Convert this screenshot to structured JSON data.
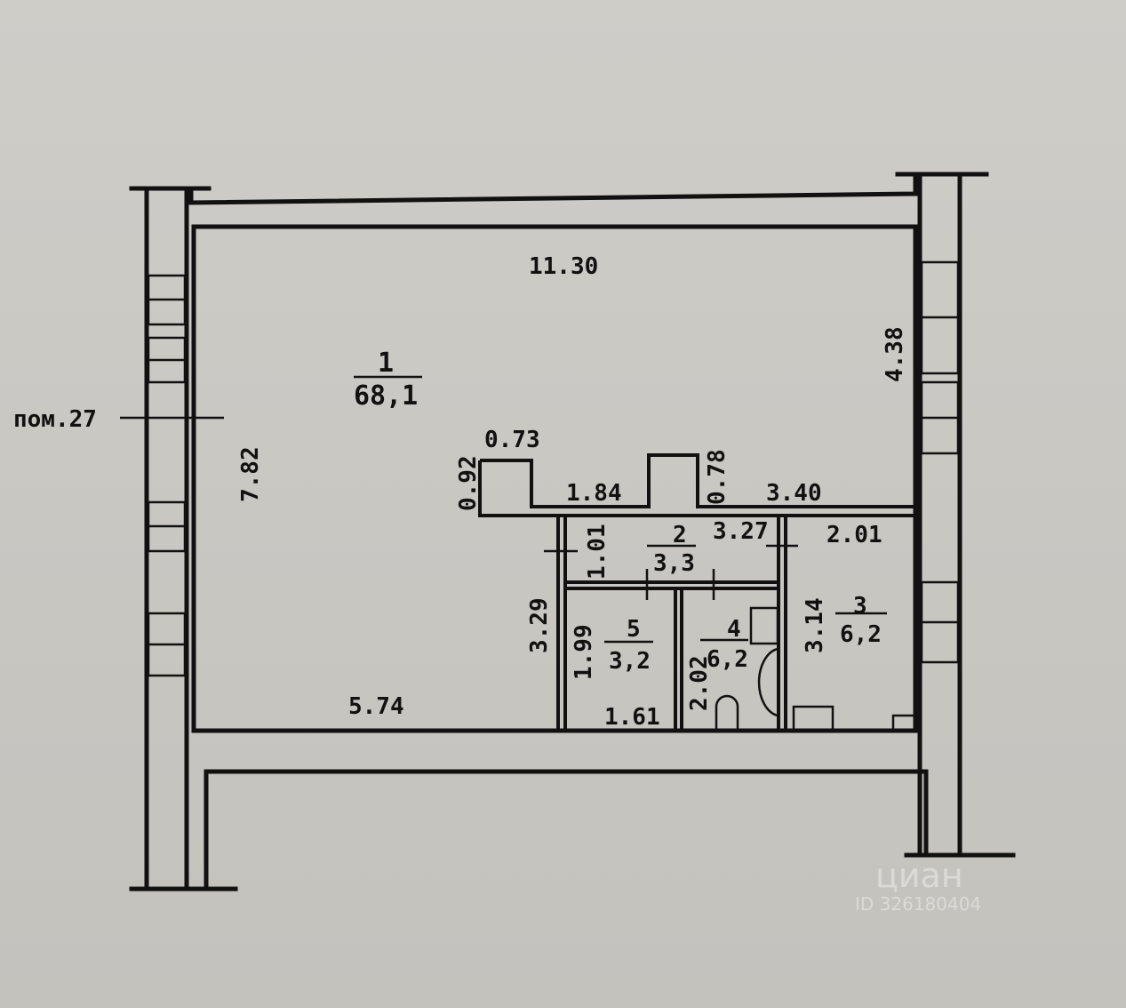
{
  "plan": {
    "neighbor_label": "пом.27",
    "rooms": [
      {
        "number": "1",
        "area": "68,1"
      },
      {
        "number": "2",
        "area": "3,3"
      },
      {
        "number": "3",
        "area": "6,2"
      },
      {
        "number": "4",
        "area": "6,2"
      },
      {
        "number": "5",
        "area": "3,2"
      }
    ],
    "dimensions": {
      "top_width": "11.30",
      "right_height": "4.38",
      "left_height": "7.82",
      "bottom_width": "5.74",
      "pillar1_width": "0.73",
      "pillar1_height": "0.92",
      "between_pillars": "1.84",
      "pillar2_height": "0.78",
      "right_segment": "3.40",
      "room2_width": "3.27",
      "room2_height": "1.01",
      "room3_width": "2.01",
      "room3_height": "3.14",
      "block_height": "3.29",
      "room5_height": "1.99",
      "room5_width": "1.61",
      "room4_height": "2.02"
    },
    "watermark": {
      "brand": "циан",
      "id": "ID 326180404"
    }
  }
}
